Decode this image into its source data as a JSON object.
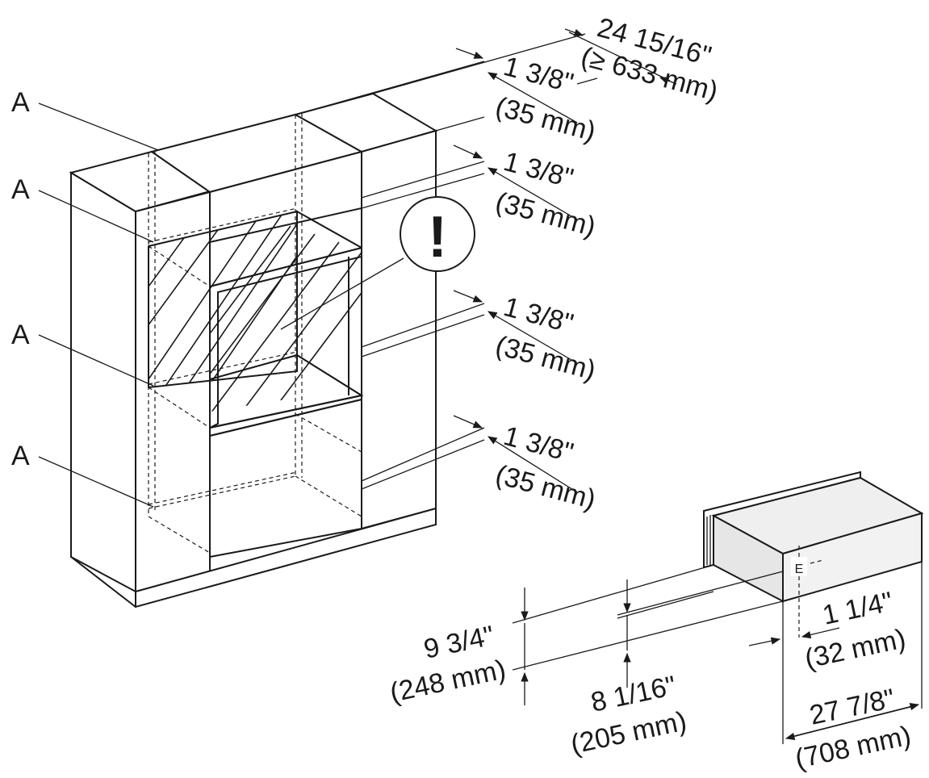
{
  "callouts": {
    "a1": "A",
    "a2": "A",
    "a3": "A",
    "a4": "A",
    "e_label": "E",
    "warning": "!"
  },
  "dimensions": {
    "total_depth_in": "24 15/16\"",
    "total_depth_mm": "(≥ 633 mm)",
    "gap1_in": "1 3/8\"",
    "gap1_mm": "(35 mm)",
    "gap2_in": "1 3/8\"",
    "gap2_mm": "(35 mm)",
    "gap3_in": "1 3/8\"",
    "gap3_mm": "(35 mm)",
    "gap4_in": "1 3/8\"",
    "gap4_mm": "(35 mm)",
    "height_total_in": "9 3/4\"",
    "height_total_mm": "(248 mm)",
    "height_body_in": "8 1/16\"",
    "height_body_mm": "(205 mm)",
    "front_offset_in": "1 1/4\"",
    "front_offset_mm": "(32 mm)",
    "depth_in": "27 7/8\"",
    "depth_mm": "(708 mm)"
  },
  "colors": {
    "line": "#1a1a1a",
    "floor_fill": "#d4d4d4",
    "appliance_fill": "#e6e6e6",
    "background": "#ffffff"
  }
}
